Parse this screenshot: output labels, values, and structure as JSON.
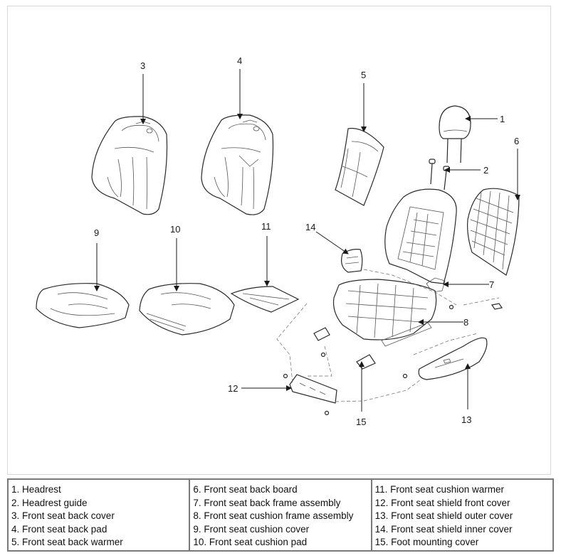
{
  "diagram": {
    "callouts": {
      "c1": "1",
      "c2": "2",
      "c3": "3",
      "c4": "4",
      "c5": "5",
      "c6": "6",
      "c7": "7",
      "c8": "8",
      "c9": "9",
      "c10": "10",
      "c11": "11",
      "c12": "12",
      "c13": "13",
      "c14": "14",
      "c15": "15"
    }
  },
  "legend": {
    "col1": [
      "1. Headrest",
      "2. Headrest guide",
      "3. Front seat back cover",
      "4. Front seat back pad",
      "5. Front seat back warmer"
    ],
    "col2": [
      "6. Front seat back board",
      "7. Front seat back frame assembly",
      "8. Front seat cushion frame assembly",
      "9. Front seat cushion cover",
      "10. Front seat cushion pad"
    ],
    "col3": [
      "11. Front seat cushion warmer",
      "12. Front seat shield front cover",
      "13. Front seat shield outer cover",
      "14. Front seat shield inner cover",
      "15. Foot mounting cover"
    ]
  },
  "colors": {
    "line": "#2a2a2a",
    "frame_border": "#d6d6d6",
    "legend_border": "#7a7a7a"
  }
}
